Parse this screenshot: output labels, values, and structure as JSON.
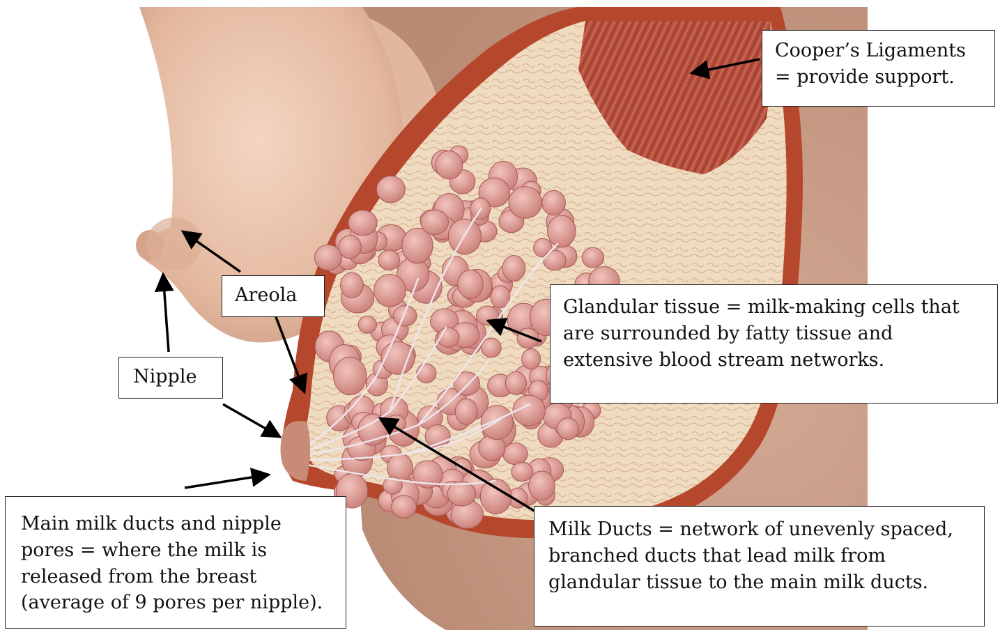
{
  "labels": {
    "cooper": {
      "line1": "Cooper’s Ligaments",
      "line2": "= provide support."
    },
    "areola": {
      "text": "Areola"
    },
    "nipple": {
      "text": "Nipple"
    },
    "glandular": {
      "line1": "Glandular tissue = milk-making cells that",
      "line2": "are surrounded by fatty tissue and",
      "line3": "extensive blood stream networks."
    },
    "milk_ducts": {
      "line1": "Milk Ducts = network of unevenly spaced,",
      "line2": "branched ducts that lead milk  from",
      "line3": "glandular tissue to the main milk ducts."
    },
    "main_ducts": {
      "line1": "Main milk ducts and nipple",
      "line2": "pores = where the milk is",
      "line3": "released from the breast",
      "line4": "(average of 9 pores per nipple)."
    }
  },
  "colors": {
    "skin": "#e9c4ad",
    "skin_shadow": "#c99a82",
    "muscle": "#b5503f",
    "fat": "#efdcc0",
    "gland": "#d9908e",
    "capsule": "#b5472c",
    "arrow": "#000000"
  }
}
